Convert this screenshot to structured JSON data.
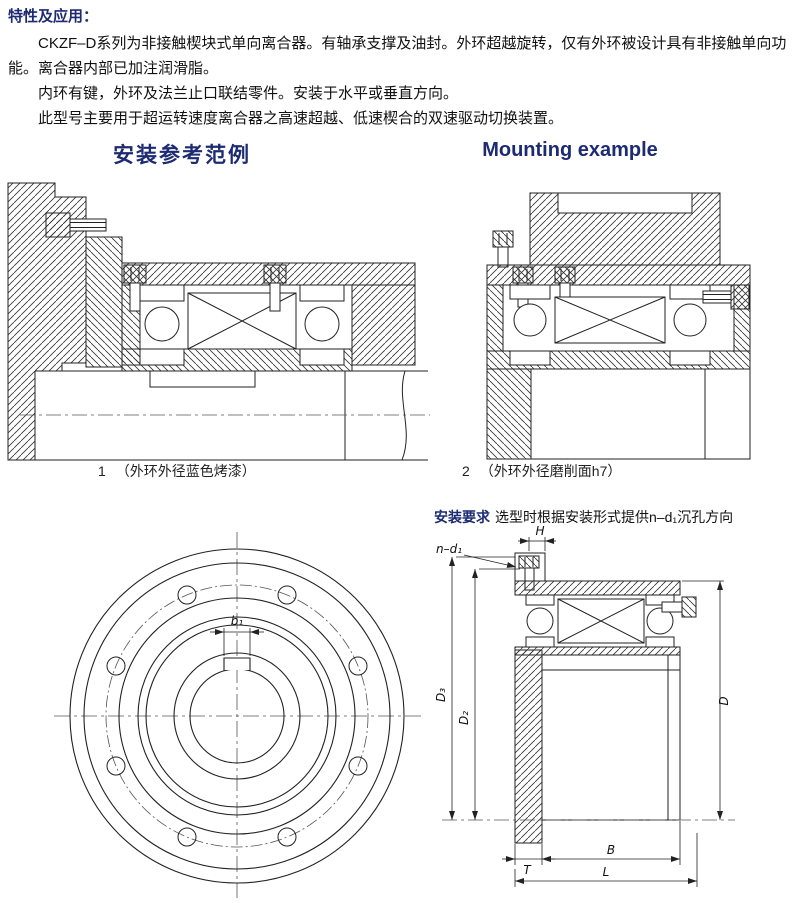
{
  "intro": {
    "heading": "特性及应用：",
    "p1": "CKZF–D系列为非接触楔块式单向离合器。有轴承支撑及油封。外环超越旋转，仅有外环被设计具有非接触单向功能。离合器内部已加注润滑脂。",
    "p2": "内环有键，外环及法兰止口联结零件。安装于水平或垂直方向。",
    "p3": "此型号主要用于超运转速度离合器之高速超越、低速楔合的双速驱动切换装置。"
  },
  "headings": {
    "zh": "安装参考范例",
    "en": "Mounting example"
  },
  "captions": {
    "fig1_num": "1",
    "fig1_text": "（外环外径蓝色烤漆）",
    "fig2_num": "2",
    "fig2_text": "（外环外径磨削面h7）"
  },
  "note": {
    "label": "安装要求",
    "text": "选型时根据安装形式提供n–d₁沉孔方向"
  },
  "dims": {
    "nd1": "n–d₁",
    "H": "H",
    "D3": "D₃",
    "D2": "D₂",
    "D": "D",
    "T": "T",
    "B": "B",
    "L": "L",
    "b1": "b₁"
  },
  "colors": {
    "heading_navy": "#1c2b72",
    "body_text": "#111111",
    "line": "#222222"
  }
}
